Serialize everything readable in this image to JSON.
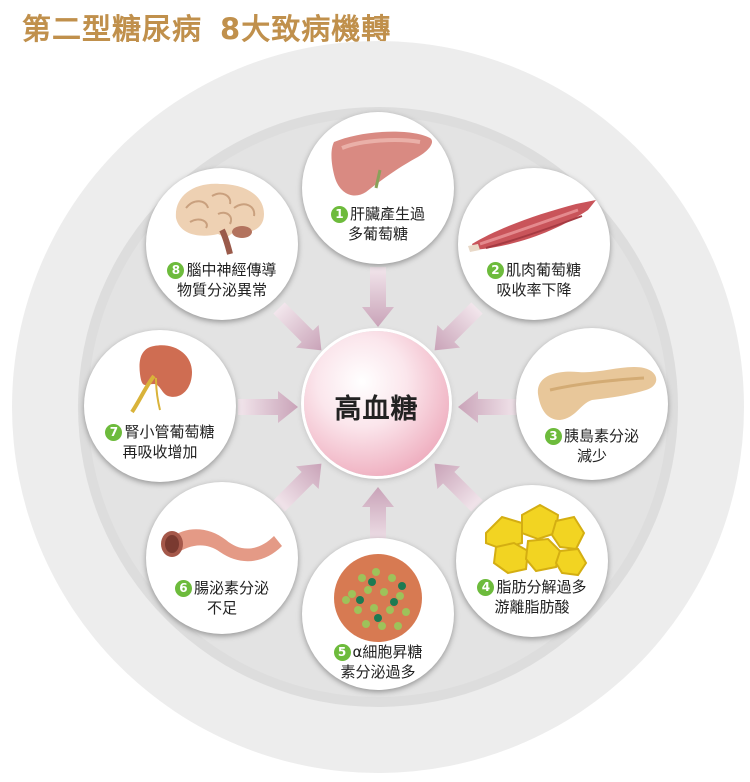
{
  "title": {
    "part1": "第二型糖尿病",
    "part2": "8大致病機轉"
  },
  "center": {
    "label": "高血糖"
  },
  "mechanisms": [
    {
      "num": "1",
      "line1": "肝臟產生過",
      "line2": "多葡萄糖",
      "icon": "liver-icon"
    },
    {
      "num": "2",
      "line1": "肌肉葡萄糖",
      "line2": "吸收率下降",
      "icon": "muscle-icon"
    },
    {
      "num": "3",
      "line1": "胰島素分泌",
      "line2": "減少",
      "icon": "pancreas-icon"
    },
    {
      "num": "4",
      "line1": "脂肪分解過多",
      "line2": "游離脂肪酸",
      "icon": "fat-cells-icon"
    },
    {
      "num": "5",
      "line1": "α細胞昇糖",
      "line2": "素分泌過多",
      "icon": "islet-cells-icon"
    },
    {
      "num": "6",
      "line1": "腸泌素分泌",
      "line2": "不足",
      "icon": "intestine-icon"
    },
    {
      "num": "7",
      "line1": "腎小管葡萄糖",
      "line2": "再吸收增加",
      "icon": "kidney-icon"
    },
    {
      "num": "8",
      "line1": "腦中神經傳導",
      "line2": "物質分泌異常",
      "icon": "brain-icon"
    }
  ],
  "colors": {
    "title": "#c0904c",
    "number_badge": "#6dbb3c",
    "arrow": "#d3b5c6",
    "outer_ring": "#ededed",
    "inner_ring": "#dcdcdc"
  }
}
